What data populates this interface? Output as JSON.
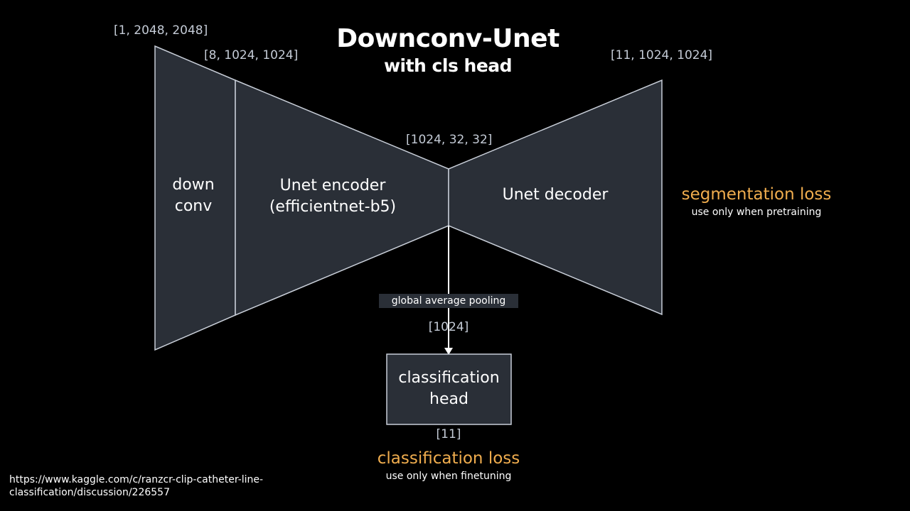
{
  "title": "Downconv-Unet",
  "subtitle": "with cls head",
  "shapes": {
    "down_conv": {
      "line1": "down",
      "line2": "conv"
    },
    "encoder": {
      "line1": "Unet encoder",
      "line2": "(efficientnet-b5)"
    },
    "decoder": {
      "label": "Unet decoder"
    },
    "pooling": {
      "label": "global average pooling"
    },
    "cls_head": {
      "line1": "classification",
      "line2": "head"
    }
  },
  "dims": {
    "input": "[1, 2048, 2048]",
    "after_downconv": "[8, 1024, 1024]",
    "bottleneck": "[1024, 32,  32]",
    "output_seg": "[11, 1024, 1024]",
    "pooled": "[1024]",
    "cls_out": "[11]"
  },
  "losses": {
    "segmentation": {
      "title": "segmentation loss",
      "note": "use only when pretraining"
    },
    "classification": {
      "title": "classification loss",
      "note": "use only when finetuning"
    }
  },
  "source_url": "https://www.kaggle.com/c/ranzcr-clip-catheter-line-classification/discussion/226557",
  "colors": {
    "background": "#000000",
    "block_fill": "#2a2f37",
    "block_stroke": "#c8ced8",
    "loss_accent": "#f0ad4e",
    "dim_text": "#c4cbd6"
  }
}
